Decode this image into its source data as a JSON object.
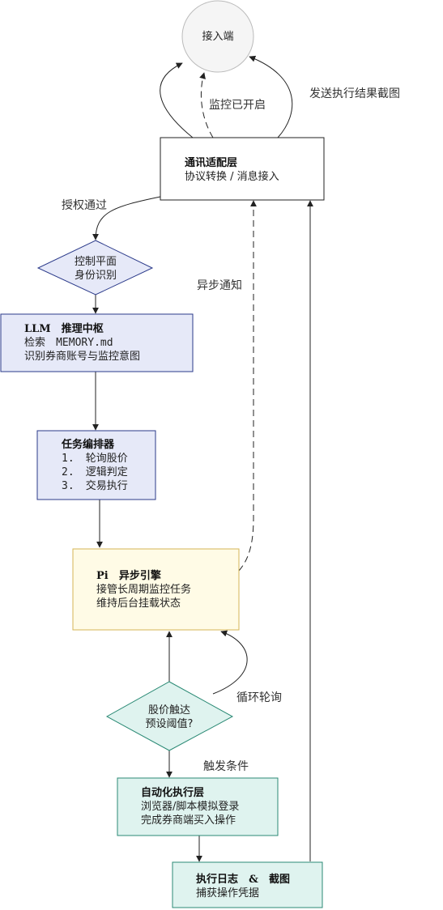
{
  "nodes": {
    "client": {
      "label": "接入端"
    },
    "adapter": {
      "title": "通讯适配层",
      "line1": "协议转换 / 消息接入"
    },
    "control": {
      "line1": "控制平面",
      "line2": "身份识别"
    },
    "llm": {
      "title_a": "LLM",
      "title_b": "推理中枢",
      "line1_a": "检索",
      "line1_b": "MEMORY.md",
      "line2": "识别券商账号与监控意图"
    },
    "orchestrator": {
      "title": "任务编排器",
      "steps": [
        {
          "num": "1.",
          "text": "轮询股价"
        },
        {
          "num": "2.",
          "text": "逻辑判定"
        },
        {
          "num": "3.",
          "text": "交易执行"
        }
      ]
    },
    "pi": {
      "title_a": "Pi",
      "title_b": "异步引擎",
      "line1": "接管长周期监控任务",
      "line2": "维持后台挂载状态"
    },
    "threshold": {
      "line1": "股价触达",
      "line2": "预设阈值?"
    },
    "automation": {
      "title": "自动化执行层",
      "line1": "浏览器/脚本模拟登录",
      "line2": "完成券商端买入操作"
    },
    "log": {
      "title_a": "执行日志",
      "title_b": "&",
      "title_c": "截图",
      "line1": "捕获操作凭据"
    }
  },
  "edge_labels": {
    "monitor_on": "监控已开启",
    "send_result": "发送执行结果截图",
    "auth_passed": "授权通过",
    "async_notify": "异步通知",
    "loop_poll": "循环轮询",
    "trigger": "触发条件"
  },
  "colors": {
    "client_fill": "#f5f5f5",
    "client_stroke": "#bbbbbb",
    "blue_fill": "#e6e9f8",
    "blue_stroke": "#2b3a8a",
    "yellow_fill": "#fffbe6",
    "yellow_stroke": "#d6b656",
    "green_fill": "#dff3ef",
    "green_stroke": "#2b8a75"
  }
}
